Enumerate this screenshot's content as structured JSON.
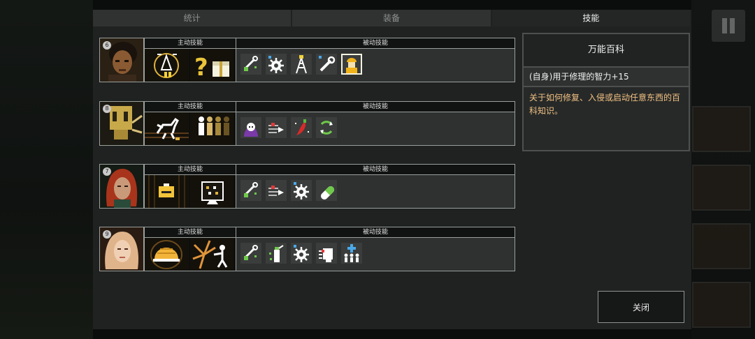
{
  "tabs": [
    {
      "label": "统计",
      "active": false
    },
    {
      "label": "装备",
      "active": false
    },
    {
      "label": "技能",
      "active": true
    }
  ],
  "headers": {
    "active": "主动技能",
    "passive": "被动技能"
  },
  "crew": [
    {
      "level": "6",
      "active_skills": [
        "drone-target-icon",
        "mystery-crate-icon"
      ],
      "passive_skills": [
        "wrench-spark-icon",
        "gear-icon",
        "ladder-repair-icon",
        "spanner-icon",
        "hardhat-worker-icon"
      ]
    },
    {
      "level": "8",
      "active_skills": [
        "unicorn-leap-icon",
        "clone-army-icon"
      ],
      "passive_skills": [
        "reaper-icon",
        "dash-arrow-icon",
        "chili-icon",
        "recycle-icon"
      ]
    },
    {
      "level": "7",
      "active_skills": [
        "medkit-icon",
        "hacking-screen-icon"
      ],
      "passive_skills": [
        "wrench-spark-icon",
        "dash-arrow-icon",
        "gear-icon",
        "pill-icon"
      ]
    },
    {
      "level": "9",
      "active_skills": [
        "shield-dome-icon",
        "shockwave-icon"
      ],
      "passive_skills": [
        "wrench-spark-icon",
        "extinguisher-icon",
        "gear-icon",
        "punch-icon",
        "team-heal-icon"
      ]
    }
  ],
  "info": {
    "title": "万能百科",
    "effect": "(自身)用于修理的智力+15",
    "description": "关于如何修复、入侵或启动任意东西的百科知识。"
  },
  "close_label": "关闭",
  "colors": {
    "accent_gold": "#f2c184",
    "border": "#9aa09d",
    "panel": "#1f2221"
  }
}
